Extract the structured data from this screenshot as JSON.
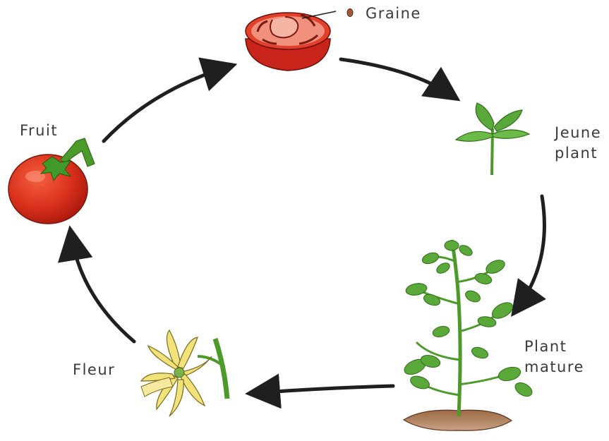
{
  "labels": {
    "graine": "Graine",
    "jeune_plant": [
      "Jeune",
      "plant"
    ],
    "plant_mature": [
      "Plant",
      "mature"
    ],
    "fleur": "Fleur",
    "fruit": "Fruit"
  },
  "colors": {
    "arrow": "#1f1f1f",
    "tomato": "#d9301c",
    "leaf": "#5aa83a",
    "stem": "#4c9a2a",
    "soil": "#8a5a3a",
    "flower": "#f2e27a"
  },
  "icons": [
    "tomato-half-icon",
    "seed-icon",
    "seedling-icon",
    "mature-plant-icon",
    "flower-icon",
    "tomato-fruit-icon"
  ]
}
